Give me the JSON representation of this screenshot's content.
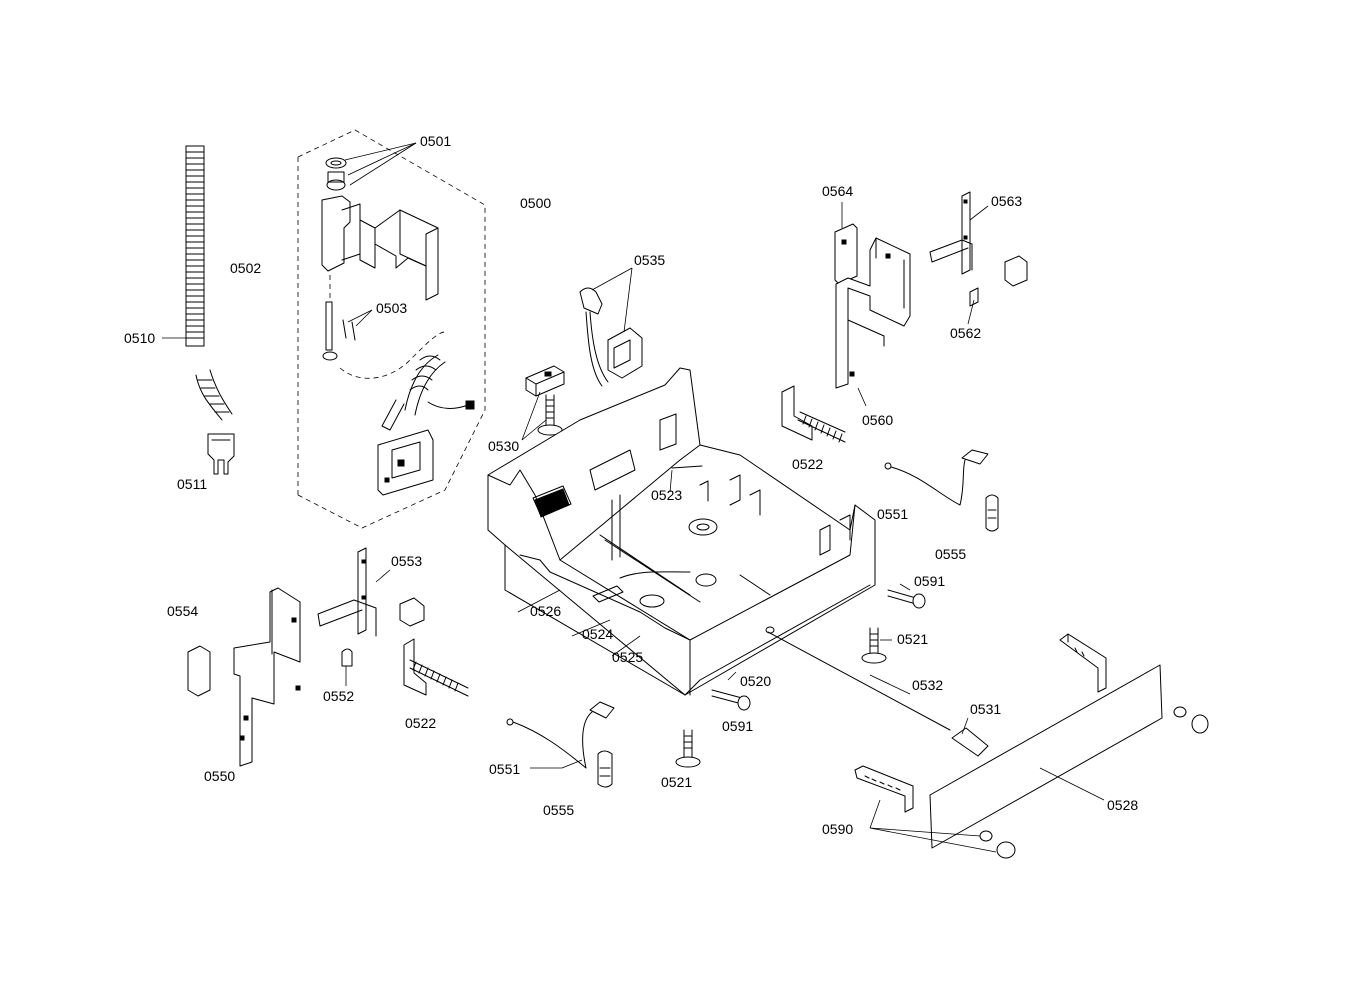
{
  "labels": {
    "l0501": "0501",
    "l0500": "0500",
    "l0502": "0502",
    "l0503": "0503",
    "l0510": "0510",
    "l0511": "0511",
    "l0535": "0535",
    "l0530": "0530",
    "l0564": "0564",
    "l0563": "0563",
    "l0562": "0562",
    "l0560": "0560",
    "l0522a": "0522",
    "l0523": "0523",
    "l0551a": "0551",
    "l0555a": "0555",
    "l0591a": "0591",
    "l0553": "0553",
    "l0554": "0554",
    "l0526": "0526",
    "l0524": "0524",
    "l0525": "0525",
    "l0521a": "0521",
    "l0552": "0552",
    "l0522b": "0522",
    "l0520": "0520",
    "l0532": "0532",
    "l0531": "0531",
    "l0591b": "0591",
    "l0550": "0550",
    "l0551b": "0551",
    "l0521b": "0521",
    "l0555b": "0555",
    "l0528": "0528",
    "l0590": "0590"
  }
}
